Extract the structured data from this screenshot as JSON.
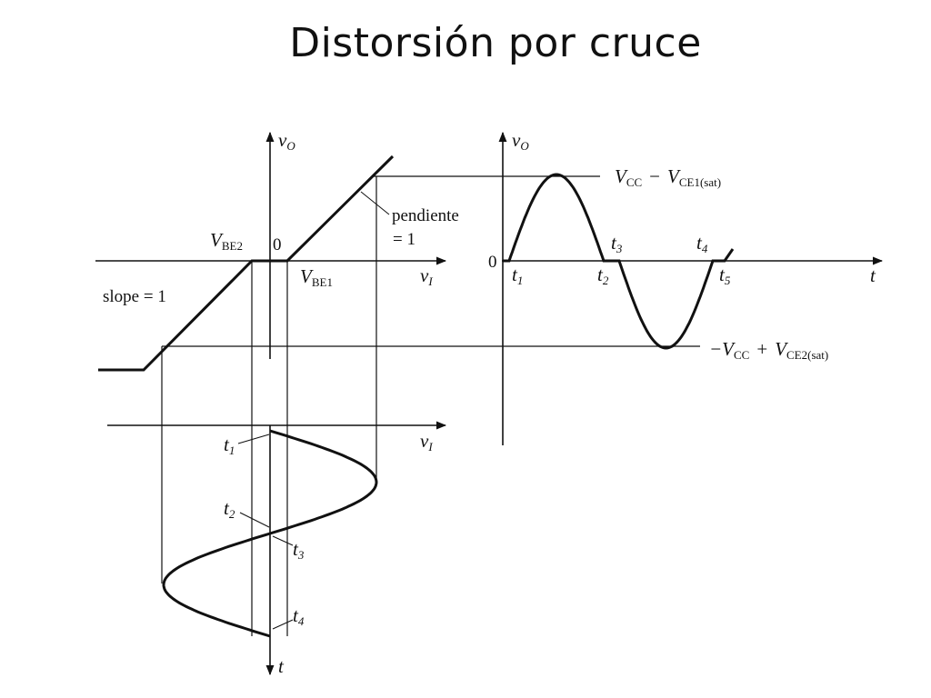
{
  "title": "Distorsión por cruce",
  "left": {
    "y_axis": "v",
    "y_axis_sub": "O",
    "x_axis": "v",
    "x_axis_sub": "I",
    "origin": "0",
    "vbe2": "V",
    "vbe2_sub": "BE2",
    "vbe1": "V",
    "vbe1_sub": "BE1",
    "slope_label": "slope = 1",
    "pendiente_line1": "pendiente",
    "pendiente_line2": "= 1"
  },
  "lower": {
    "x_axis": "v",
    "x_axis_sub": "I",
    "t_axis": "t",
    "t1": "t",
    "t1_sub": "1",
    "t2": "t",
    "t2_sub": "2",
    "t3": "t",
    "t3_sub": "3",
    "t4": "t",
    "t4_sub": "4"
  },
  "right": {
    "y_axis": "v",
    "y_axis_sub": "O",
    "x_axis": "t",
    "origin": "0",
    "t1": "t",
    "t1_sub": "1",
    "t2": "t",
    "t2_sub": "2",
    "t3": "t",
    "t3_sub": "3",
    "t4": "t",
    "t4_sub": "4",
    "t5": "t",
    "t5_sub": "5",
    "top_level_a": "V",
    "top_level_a_sub": "CC",
    "top_level_op": "−",
    "top_level_b": "V",
    "top_level_b_sub": "CE1(sat)",
    "bottom_level_pre": "−V",
    "bottom_level_pre_sub": "CC",
    "bottom_level_op": "+",
    "bottom_level_b": "V",
    "bottom_level_b_sub": "CE2(sat)"
  }
}
